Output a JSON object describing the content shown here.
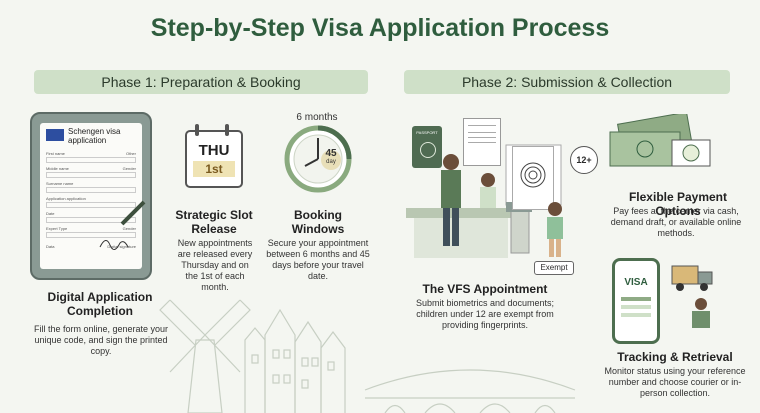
{
  "title": "Step-by-Step Visa Application Process",
  "phase1": {
    "label": "Phase 1: Preparation & Booking"
  },
  "phase2": {
    "label": "Phase 2: Submission & Collection"
  },
  "tablet": {
    "heading": "Schengen visa application",
    "fields": [
      "First name",
      "Other",
      "Middle name",
      "Gender",
      "Surname name",
      "Application application",
      "Date",
      "Expert Type",
      "Gender",
      "Data",
      "Digital signature"
    ]
  },
  "calendar": {
    "day": "THU",
    "date": "1st"
  },
  "clock": {
    "top_label": "6 months",
    "days": "45",
    "days_unit": "day"
  },
  "passport": {
    "label": "PASSPORT"
  },
  "kiosk": {
    "badge": "12+"
  },
  "exempt": {
    "label": "Exempt"
  },
  "phone": {
    "label": "VISA"
  },
  "steps": {
    "digital": {
      "title": "Digital Application Completion",
      "text": "Fill the form online, generate your unique code, and sign the printed copy."
    },
    "slot": {
      "title": "Strategic Slot Release",
      "text": "New appointments are released every Thursday and on the 1st of each month."
    },
    "booking": {
      "title": "Booking Windows",
      "text": "Secure your appointment between 6 months and 45 days before your travel date."
    },
    "vfs": {
      "title": "The VFS Appointment",
      "text": "Submit biometrics and documents; children under 12 are exempt from providing fingerprints."
    },
    "payment": {
      "title": "Flexible Payment Options",
      "text": "Pay fees at the center via cash, demand draft, or available online methods."
    },
    "tracking": {
      "title": "Tracking & Retrieval",
      "text": "Monitor status using your reference number and choose courier or in-person collection."
    }
  }
}
